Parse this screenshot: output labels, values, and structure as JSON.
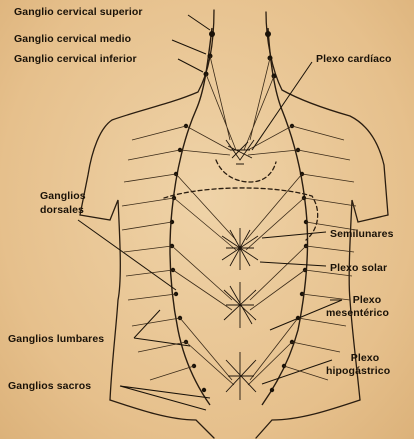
{
  "labels": {
    "ganglio_cervical_superior": "Ganglio cervical superior",
    "ganglio_cervical_medio": "Ganglio cervical medio",
    "ganglio_cervical_inferior": "Ganglio cervical inferior",
    "plexo_cardiaco": "Plexo cardíaco",
    "ganglios_dorsales_1": "Ganglios",
    "ganglios_dorsales_2": "dorsales",
    "semilunares": "Semilunares",
    "plexo_solar": "Plexo solar",
    "plexo_mesenterico_1": "Plexo",
    "plexo_mesenterico_2": "mesentérico",
    "ganglios_lumbares": "Ganglios lumbares",
    "plexo_hipogastrico_1": "Plexo",
    "plexo_hipogastrico_2": "hipogástrico",
    "ganglios_sacros": "Ganglios sacros"
  },
  "colors": {
    "ink": "#1a1208",
    "paper": "#e9c796"
  }
}
